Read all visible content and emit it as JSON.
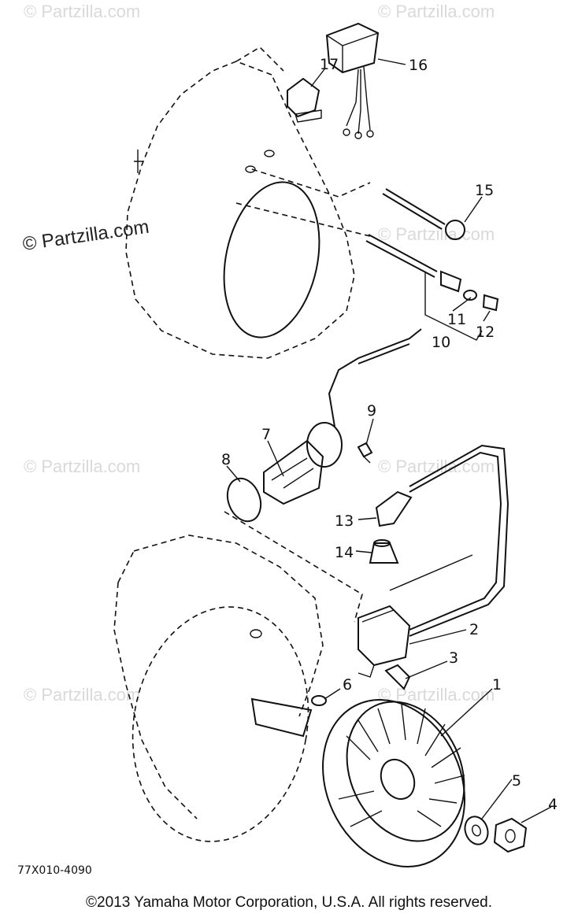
{
  "watermark": {
    "light": "© Partzilla.com",
    "dark": "© Partzilla.com"
  },
  "callouts": {
    "1": "1",
    "2": "2",
    "3": "3",
    "4": "4",
    "5": "5",
    "6": "6",
    "7": "7",
    "8": "8",
    "9": "9",
    "10": "10",
    "11": "11",
    "12": "12",
    "13": "13",
    "14": "14",
    "15": "15",
    "16": "16",
    "17": "17"
  },
  "drawing_code": "77X010-4090",
  "copyright": "©2013 Yamaha Motor Corporation, U.S.A. All rights reserved."
}
